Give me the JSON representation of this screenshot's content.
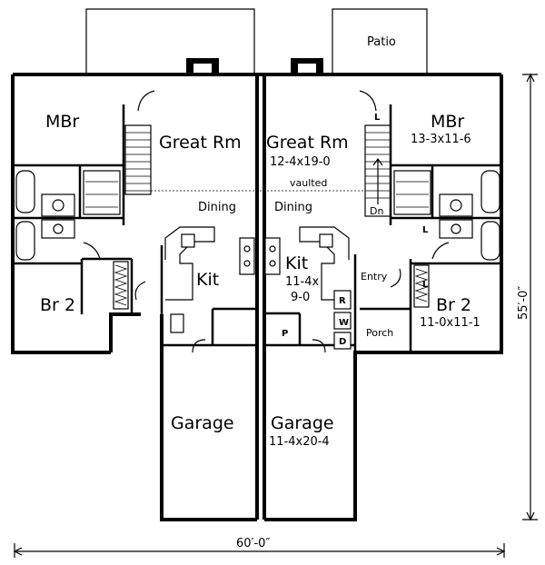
{
  "labels": {
    "patio": "Patio",
    "mbr_left": "MBr",
    "mbr_right": "MBr",
    "mbr_right_dim": "13-3x11-6",
    "great_left": "Great Rm",
    "great_right": "Great Rm",
    "great_right_dim": "12-4x19-0",
    "vaulted": "vaulted",
    "dining_left": "Dining",
    "dining_right": "Dining",
    "kit_left": "Kit",
    "kit_right": "Kit",
    "kit_right_dim1": "11-4x",
    "kit_right_dim2": "9-0",
    "br2_left": "Br 2",
    "br2_right": "Br 2",
    "br2_right_dim": "11-0x11-1",
    "entry": "Entry",
    "porch": "Porch",
    "garage_left": "Garage",
    "garage_right": "Garage",
    "garage_right_dim": "11-4x20-4",
    "dn": "Dn",
    "mark_l1": "L",
    "mark_l2": "L",
    "mark_l3": "L",
    "mark_r": "R",
    "mark_w": "W",
    "mark_d": "D",
    "mark_p": "P",
    "dim_width": "60′-0″",
    "dim_depth": "55′-0″"
  }
}
